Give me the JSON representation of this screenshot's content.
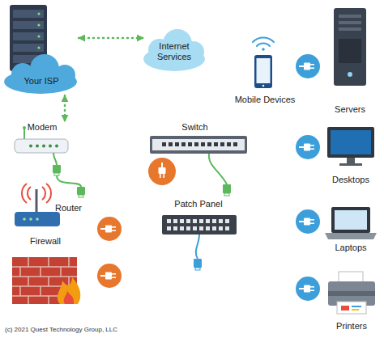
{
  "diagram": {
    "nodes": [
      {
        "text": [
          "Your ISP"
        ]
      },
      {
        "text": [
          "Internet Services"
        ]
      },
      {
        "text": [
          "Mobile Devices"
        ]
      },
      {
        "text": [
          "Servers"
        ]
      },
      {
        "text": [
          "Modem"
        ]
      },
      {
        "text": [
          "Switch"
        ]
      },
      {
        "text": [
          "Desktops"
        ]
      },
      {
        "text": [
          "Patch Panel"
        ]
      },
      {
        "text": [
          "Router"
        ]
      },
      {
        "text": [
          "Laptops"
        ]
      },
      {
        "text": [
          "Firewall"
        ]
      },
      {
        "text": [
          "Printers"
        ]
      }
    ],
    "edges": [
      {
        "from": 0,
        "to": 1,
        "arrow": "both"
      },
      {
        "from": 0,
        "to": 4,
        "arrow": "both"
      }
    ],
    "labels": [
      "(c) 2021 Quest Technology Group, LLC"
    ]
  }
}
